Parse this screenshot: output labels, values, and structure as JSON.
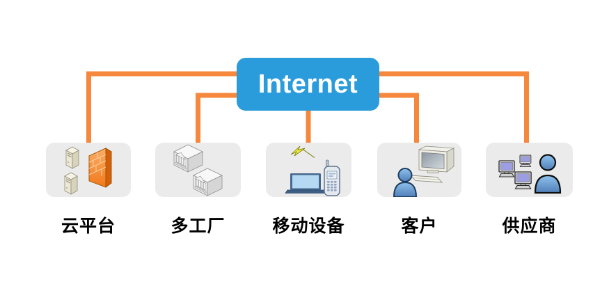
{
  "diagram": {
    "center_node": {
      "id": "internet",
      "label": "Internet"
    },
    "nodes": [
      {
        "id": "cloud-platform",
        "label": "云平台",
        "icon": "servers-and-firewall-icon"
      },
      {
        "id": "multi-factory",
        "label": "多工厂",
        "icon": "factory-buildings-icon"
      },
      {
        "id": "mobile-devices",
        "label": "移动设备",
        "icon": "wireless-laptop-phone-icon"
      },
      {
        "id": "customers",
        "label": "客户",
        "icon": "person-with-computer-icon"
      },
      {
        "id": "suppliers",
        "label": "供应商",
        "icon": "computers-and-person-icon"
      }
    ],
    "edges": [
      {
        "from": "internet",
        "to": "cloud-platform"
      },
      {
        "from": "internet",
        "to": "multi-factory"
      },
      {
        "from": "internet",
        "to": "mobile-devices"
      },
      {
        "from": "internet",
        "to": "customers"
      },
      {
        "from": "internet",
        "to": "suppliers"
      }
    ],
    "colors": {
      "internet_node": "#2B9CDB",
      "internet_text": "#FFFFFF",
      "connector": "#F6883D",
      "node_background": "#EBEBEB",
      "label_text": "#000000"
    }
  }
}
